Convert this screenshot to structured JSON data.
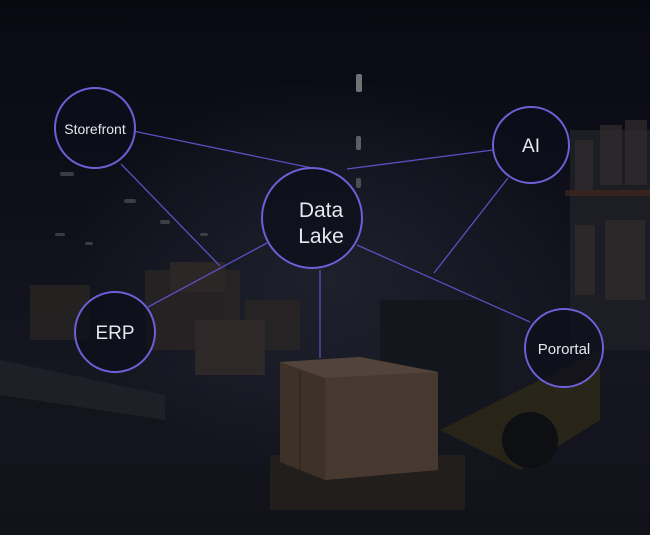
{
  "diagram": {
    "nodes": [
      {
        "id": "storefront",
        "label": "Storefront"
      },
      {
        "id": "datalake",
        "label_line1": "Data",
        "label_line2": "Lake"
      },
      {
        "id": "ai",
        "label": "AI"
      },
      {
        "id": "erp",
        "label": "ERP"
      },
      {
        "id": "portal",
        "label": "Porortal"
      }
    ],
    "edges": [
      [
        "storefront",
        "datalake"
      ],
      [
        "ai",
        "datalake"
      ],
      [
        "storefront",
        "erp-datalake-link"
      ],
      [
        "erp",
        "datalake"
      ],
      [
        "datalake",
        "pallet"
      ],
      [
        "datalake",
        "portal"
      ],
      [
        "ai",
        "datalake-portal-link"
      ]
    ],
    "colors": {
      "node_stroke": "#6e5fd6",
      "edge": "#5b4fc0",
      "node_fill": "#0d0e1a",
      "text": "#e6e6ee"
    }
  }
}
